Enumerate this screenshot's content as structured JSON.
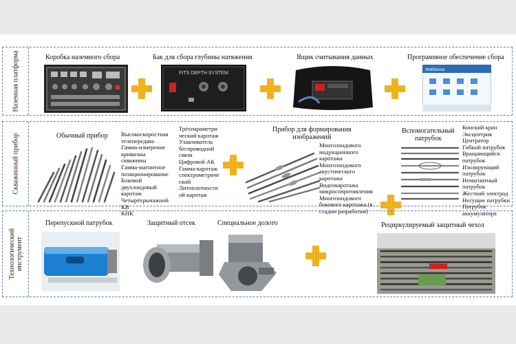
{
  "rows": {
    "surface": {
      "label": "Наземная платформа",
      "items": [
        {
          "caption": "Коробка наземного сбора"
        },
        {
          "caption": "Бак для сбора глубины натяжения",
          "panel_text": "FITS DEPTH SYSTEM"
        },
        {
          "caption": "Ящик считывания данных"
        },
        {
          "caption": "Программное обеспечение сбора",
          "logo_text": "WellSense"
        }
      ]
    },
    "downhole": {
      "label": "Скважинный прибор",
      "conventional": {
        "caption": "Обычный прибор",
        "list_a": [
          "Высокоскоростная",
          "телепередача",
          "Гамма-измерение",
          "кривизны",
          "скважины",
          "Гамма-магнитное",
          "позиционирование",
          "Боковой",
          "двухзондовый",
          "каротаж",
          "Четырёхрычажной",
          "КВ",
          "КНК"
        ],
        "list_b": [
          "Трёхпараметри",
          "ческий каротаж",
          "Улавливатель",
          "беспроводной",
          "связи",
          "Цифровой АК",
          "Гамма-каротаж",
          "спектрометриче",
          "ский",
          "Литоплотности",
          "ой каротаж"
        ]
      },
      "imaging": {
        "caption": [
          "Прибор для формирования",
          "изображений"
        ],
        "list": [
          "Многозондового",
          "индукционного",
          "каротажа",
          "Многозондового",
          "акустического",
          "каротажа",
          "Видеокаротажа",
          "микросопротивления",
          "Многозондового",
          "бокового каротажа (в",
          "стадии разработки)"
        ]
      },
      "auxiliary": {
        "caption": [
          "Вспомогательный",
          "патрубок"
        ],
        "list": [
          "Конский кран",
          "Эксцентрик",
          "Центратор",
          "Гибкий патрубок",
          "Вращающийся",
          "патрубок",
          "Изолирующий",
          "патрубок",
          "Немагнитный",
          "патрубок",
          "Жесткий электрод",
          "Несущие патрубки",
          "Патрубок",
          "аккумулятора"
        ]
      }
    },
    "tech": {
      "label": [
        "Технологический",
        "инструмент"
      ],
      "items": [
        {
          "caption": "Перепускной патрубок"
        },
        {
          "caption": "Защитный отсек"
        },
        {
          "caption": "Специальное долото"
        },
        {
          "caption": "Рециркулируемый защитный чехол"
        }
      ]
    }
  },
  "colors": {
    "plus": "#f0b21c",
    "border": "#5b7bb5",
    "background": "#eaeaea"
  }
}
